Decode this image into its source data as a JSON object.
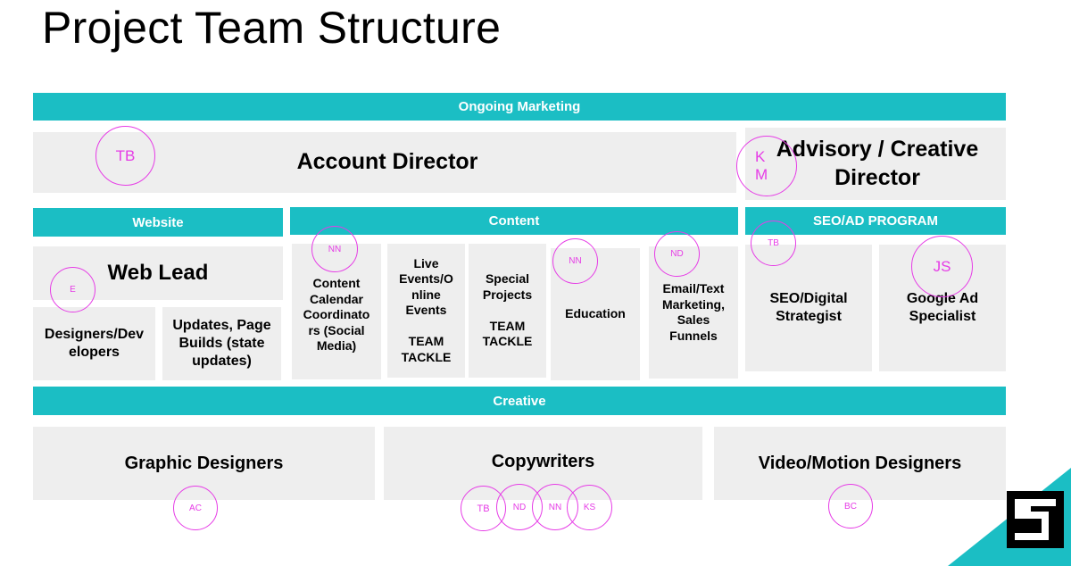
{
  "title": "Project Team Structure",
  "sections": {
    "ongoing_marketing": "Ongoing Marketing",
    "website": "Website",
    "content": "Content",
    "seo_ad": "SEO/AD PROGRAM",
    "creative": "Creative"
  },
  "roles": {
    "account_director": "Account Director",
    "advisory": "Advisory / Creative\nDirector",
    "web_lead": "Web Lead",
    "designers_devs": "Designers/Dev\nelopers",
    "updates": "Updates, Page\nBuilds (state\nupdates)",
    "content_calendar": "Content\nCalendar\nCoordinato\nrs (Social\nMedia)",
    "live_events": "Live\nEvents/O\nnline\nEvents\n\nTEAM\nTACKLE",
    "special_projects": "Special\nProjects\n\nTEAM\nTACKLE",
    "education": "Education",
    "email_text": "Email/Text\nMarketing,\nSales\nFunnels",
    "seo_strategist": "SEO/Digital\nStrategist",
    "google_ad": "Google Ad\nSpecialist",
    "graphic_designers": "Graphic Designers",
    "copywriters": "Copywriters",
    "video_motion": "Video/Motion Designers"
  },
  "initials": {
    "account_director": "TB",
    "advisory": "K\nM",
    "web_lead": "E",
    "content_calendar": "NN",
    "education": "NN",
    "email_text": "ND",
    "seo_strategist": "TB",
    "google_ad": "JS",
    "graphic_designers": "AC",
    "copywriters_1": "TB",
    "copywriters_2": "ND",
    "copywriters_3": "NN",
    "copywriters_4": "KS",
    "video_motion": "BC"
  },
  "colors": {
    "accent": "#1bbec4",
    "box": "#eeeeee",
    "initials": "#e63ce6"
  }
}
